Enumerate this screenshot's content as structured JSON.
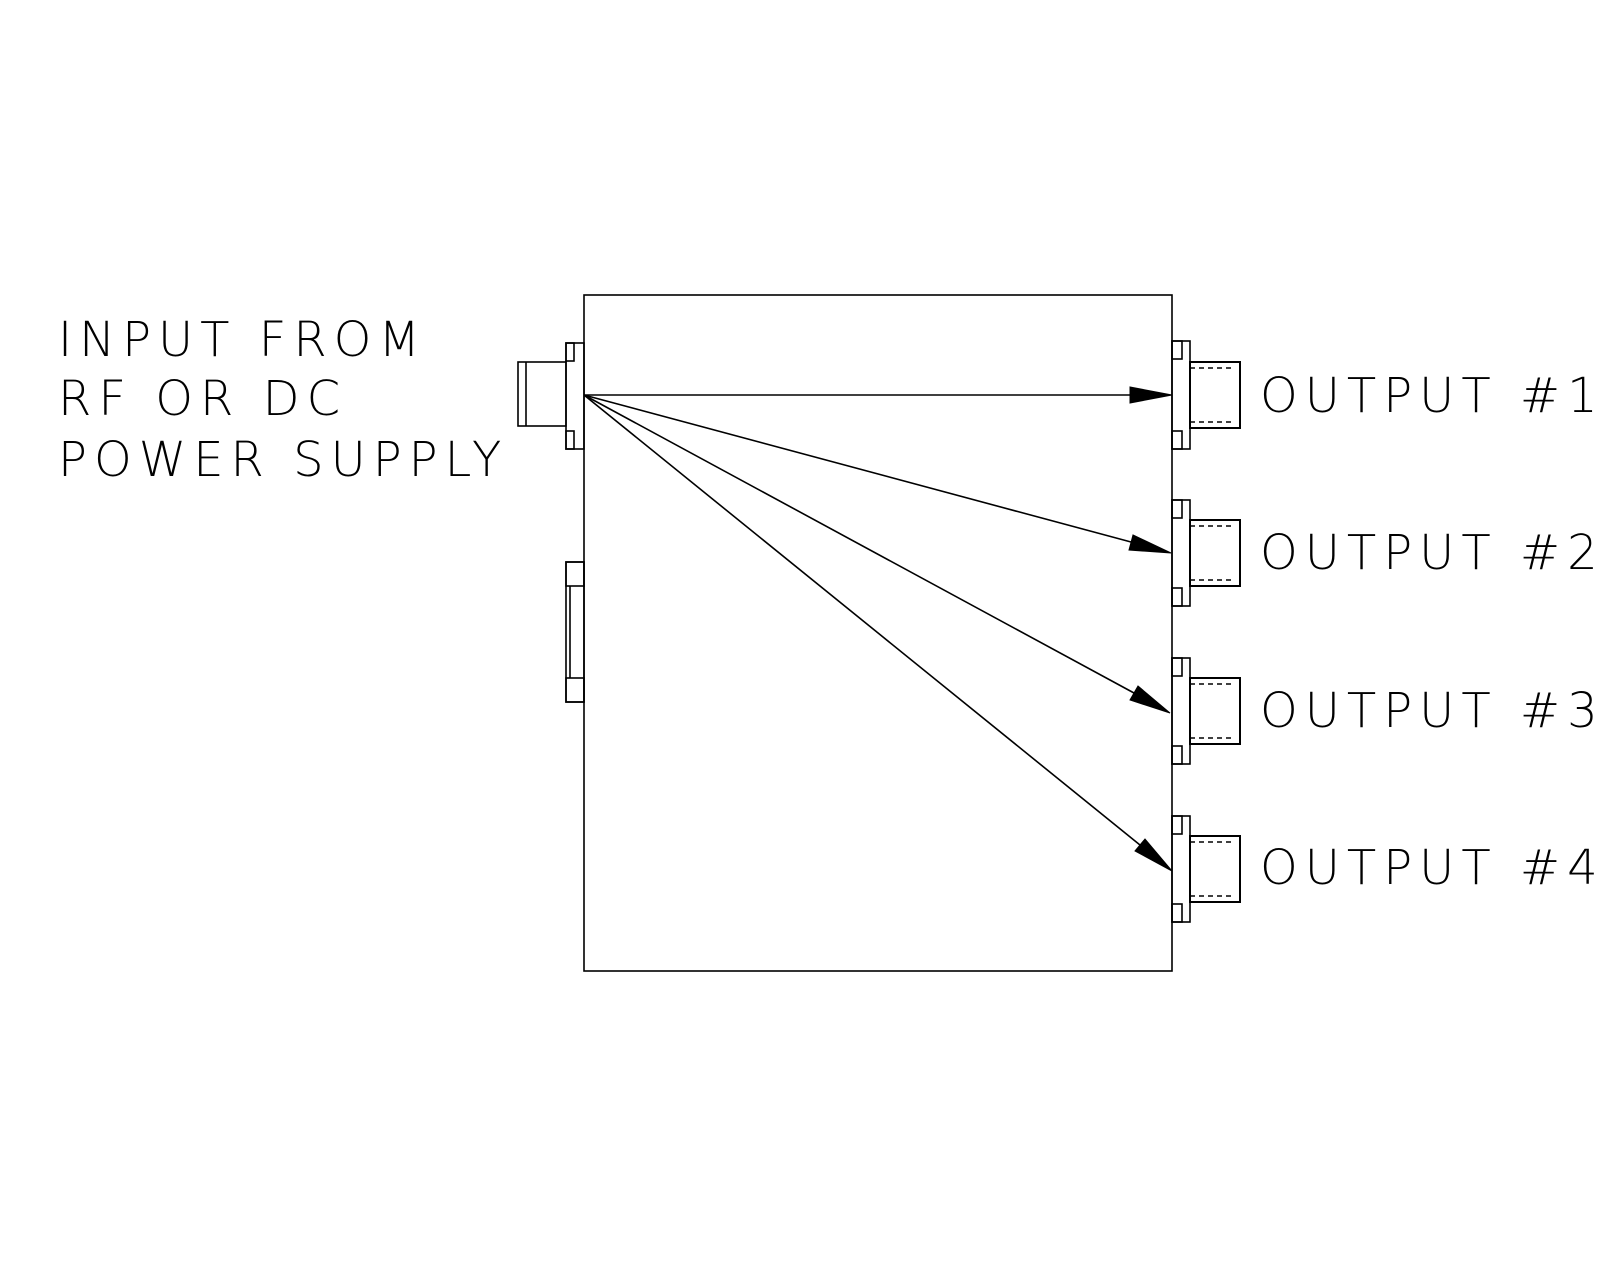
{
  "input_label": {
    "line1": "INPUT FROM",
    "line2": "RF OR DC",
    "line3": "POWER SUPPLY"
  },
  "outputs": [
    {
      "label": "OUTPUT #1"
    },
    {
      "label": "OUTPUT #2"
    },
    {
      "label": "OUTPUT #3"
    },
    {
      "label": "OUTPUT #4"
    }
  ],
  "colors": {
    "line": "#000000",
    "background": "#ffffff"
  }
}
